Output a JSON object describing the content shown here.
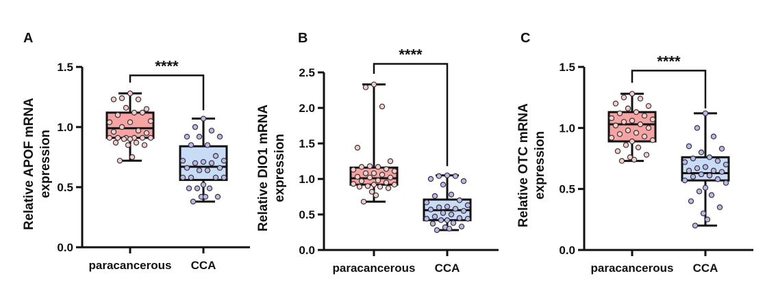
{
  "chart_data": [
    {
      "type": "box",
      "panel_label": "A",
      "ylabel": [
        "Relative APOF mRNA",
        "expression"
      ],
      "ylim": [
        0,
        1.5
      ],
      "yticks": [
        "0.0",
        "0.5",
        "1.0",
        "1.5"
      ],
      "ytick_values": [
        0,
        0.5,
        1.0,
        1.5
      ],
      "categories": [
        "paracancerous",
        "CCA"
      ],
      "significance": {
        "label": "****",
        "bracket_top": 1.43,
        "left_end": 1.37,
        "right_end": 1.14
      },
      "series": [
        {
          "name": "paracancerous",
          "min": 0.72,
          "q1": 0.91,
          "median": 0.99,
          "q3": 1.12,
          "max": 1.28,
          "points": [
            1.28,
            1.24,
            1.23,
            1.23,
            1.15,
            1.16,
            1.12,
            1.1,
            1.12,
            1.04,
            1.05,
            1.04,
            1.0,
            0.97,
            0.96,
            0.95,
            0.91,
            0.91,
            0.91,
            0.91,
            0.91,
            0.91,
            0.9,
            0.9,
            0.87,
            0.87,
            0.85,
            0.85,
            0.75,
            0.72
          ]
        },
        {
          "name": "CCA",
          "min": 0.38,
          "q1": 0.56,
          "median": 0.67,
          "q3": 0.84,
          "max": 1.07,
          "points": [
            1.07,
            1.0,
            0.97,
            0.92,
            0.92,
            0.92,
            0.85,
            0.85,
            0.76,
            0.72,
            0.72,
            0.71,
            0.7,
            0.7,
            0.66,
            0.66,
            0.64,
            0.64,
            0.58,
            0.58,
            0.58,
            0.58,
            0.52,
            0.49,
            0.49,
            0.49,
            0.42,
            0.42,
            0.42,
            0.38
          ]
        }
      ]
    },
    {
      "type": "box",
      "panel_label": "B",
      "ylabel": [
        "Relative DIO1 mRNA",
        "expression"
      ],
      "ylim": [
        0,
        2.5
      ],
      "yticks": [
        "0.0",
        "0.5",
        "1.0",
        "1.5",
        "2.0",
        "2.5"
      ],
      "ytick_values": [
        0,
        0.5,
        1.0,
        1.5,
        2.0,
        2.5
      ],
      "categories": [
        "paracancerous",
        "CCA"
      ],
      "significance": {
        "label": "****",
        "bracket_top": 2.62,
        "left_end": 2.48,
        "right_end": 1.18
      },
      "series": [
        {
          "name": "paracancerous",
          "min": 0.68,
          "q1": 0.92,
          "median": 1.01,
          "q3": 1.16,
          "max": 2.33,
          "points": [
            2.33,
            2.29,
            2.02,
            1.44,
            1.25,
            1.18,
            1.17,
            1.17,
            1.14,
            1.13,
            1.11,
            1.08,
            1.08,
            1.06,
            1.03,
            1.02,
            1.02,
            0.98,
            0.97,
            0.95,
            0.93,
            0.92,
            0.92,
            0.9,
            0.89,
            0.89,
            0.87,
            0.82,
            0.77,
            0.68
          ]
        },
        {
          "name": "CCA",
          "min": 0.28,
          "q1": 0.42,
          "median": 0.56,
          "q3": 0.71,
          "max": 1.05,
          "points": [
            1.05,
            1.04,
            1.04,
            1.0,
            0.97,
            0.92,
            0.78,
            0.76,
            0.7,
            0.67,
            0.63,
            0.61,
            0.6,
            0.58,
            0.57,
            0.55,
            0.52,
            0.5,
            0.47,
            0.45,
            0.44,
            0.44,
            0.42,
            0.42,
            0.38,
            0.37,
            0.33,
            0.32,
            0.3,
            0.28
          ]
        }
      ]
    },
    {
      "type": "box",
      "panel_label": "C",
      "ylabel": [
        "Relative OTC mRNA",
        "expression"
      ],
      "ylim": [
        0,
        1.5
      ],
      "yticks": [
        "0.0",
        "0.5",
        "1.0",
        "1.5"
      ],
      "ytick_values": [
        0,
        0.5,
        1.0,
        1.5
      ],
      "categories": [
        "paracancerous",
        "CCA"
      ],
      "significance": {
        "label": "****",
        "bracket_top": 1.47,
        "left_end": 1.37,
        "right_end": 1.16
      },
      "series": [
        {
          "name": "paracancerous",
          "min": 0.73,
          "q1": 0.89,
          "median": 1.03,
          "q3": 1.13,
          "max": 1.28,
          "points": [
            1.28,
            1.25,
            1.24,
            1.2,
            1.18,
            1.16,
            1.13,
            1.12,
            1.1,
            1.08,
            1.07,
            1.06,
            1.05,
            1.03,
            1.02,
            1.0,
            0.98,
            0.96,
            0.95,
            0.93,
            0.92,
            0.9,
            0.89,
            0.86,
            0.84,
            0.81,
            0.78,
            0.76,
            0.74,
            0.73
          ]
        },
        {
          "name": "CCA",
          "min": 0.2,
          "q1": 0.57,
          "median": 0.63,
          "q3": 0.76,
          "max": 1.12,
          "points": [
            1.12,
            1.0,
            0.93,
            0.85,
            0.83,
            0.8,
            0.76,
            0.75,
            0.73,
            0.72,
            0.7,
            0.68,
            0.67,
            0.65,
            0.65,
            0.64,
            0.62,
            0.61,
            0.6,
            0.58,
            0.57,
            0.55,
            0.51,
            0.48,
            0.45,
            0.4,
            0.35,
            0.3,
            0.25,
            0.2
          ]
        }
      ]
    }
  ],
  "colors": {
    "paracancerous_box": "#f6a3a3",
    "paracancerous_point": "#f7cccc",
    "cca_box": "#c9dcf5",
    "cca_point": "#b9b7ec",
    "ink": "#111111"
  }
}
